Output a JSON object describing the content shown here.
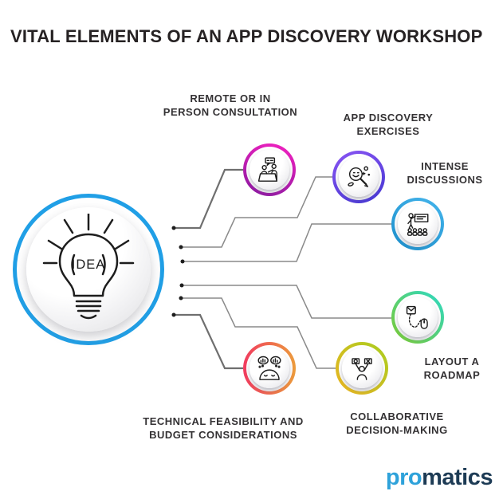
{
  "title": "VITAL ELEMENTS OF AN APP DISCOVERY WORKSHOP",
  "center": {
    "label": "IDEA",
    "ring_color": "#209fe6",
    "icon": "lightbulb-idea-icon"
  },
  "connector_color": "#8a8a8a",
  "nodes": [
    {
      "name": "remote-or-in-person-consultation",
      "label": [
        "REMOTE OR IN",
        "PERSON CONSULTATION"
      ],
      "icon": "consultation-icon",
      "ring": [
        "#f722c1",
        "#8618a0"
      ]
    },
    {
      "name": "app-discovery-exercises",
      "label": [
        "APP DISCOVERY",
        "EXERCISES"
      ],
      "icon": "magnifier-discovery-icon",
      "ring": [
        "#8a55f3",
        "#4336d2"
      ]
    },
    {
      "name": "intense-discussions",
      "label": [
        "INTENSE",
        "DISCUSSIONS"
      ],
      "icon": "presentation-icon",
      "ring": [
        "#45b5ec",
        "#1b8ecb"
      ]
    },
    {
      "name": "layout-a-roadmap",
      "label": [
        "LAYOUT A",
        "ROADMAP"
      ],
      "icon": "roadmap-icon",
      "ring": [
        "#2bd9c7",
        "#7fca2e"
      ]
    },
    {
      "name": "collaborative-decision-making",
      "label": [
        "COLLABORATIVE",
        "DECISION-MAKING"
      ],
      "icon": "decision-signs-icon",
      "ring": [
        "#a8ce20",
        "#edb321"
      ]
    },
    {
      "name": "technical-feasibility-and-budget-considerations",
      "label": [
        "TECHNICAL FEASIBILITY AND",
        "BUDGET CONSIDERATIONS"
      ],
      "icon": "thinking-charts-icon",
      "ring": [
        "#f13a5f",
        "#ec9c3c"
      ]
    }
  ],
  "logo": {
    "part1": "pro",
    "part2": "matics",
    "color1": "#2ea2da",
    "color2": "#1d3b55"
  }
}
